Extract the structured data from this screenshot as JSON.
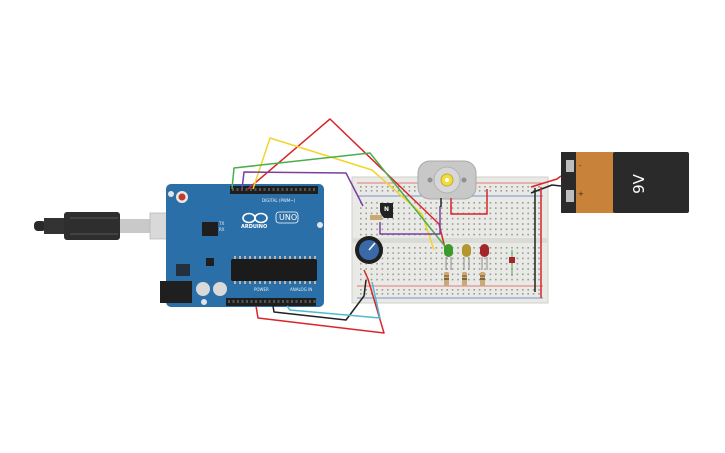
{
  "arduino": {
    "brand": "ARDUINO",
    "model": "UNO",
    "digital_header_label": "DIGITAL (PWM~)",
    "power_label": "POWER",
    "analog_label": "ANALOG IN",
    "tx_label": "TX",
    "rx_label": "RX"
  },
  "battery": {
    "label": "9V",
    "minus": "-",
    "plus": "+"
  },
  "transistor": {
    "label": "N"
  },
  "colors": {
    "board_blue": "#2b6fa8",
    "breadboard": "#e9e9e6",
    "wire_red": "#d7262a",
    "wire_yellow": "#f2d42a",
    "wire_green": "#4cad4c",
    "wire_purple": "#7b3f9d",
    "wire_black": "#222222",
    "wire_cyan": "#4fbad1",
    "battery_orange": "#c8823a",
    "battery_black": "#2a2a2a",
    "led_green": "#3c9a2c",
    "led_yellow": "#b4962c",
    "led_red": "#a3262a"
  },
  "components": {
    "usb_cable": "usb-cable",
    "power_jack": "dc-power-jack",
    "motor": "dc-motor",
    "potentiometer": "potentiometer",
    "leds": [
      "led-green",
      "led-yellow",
      "led-red"
    ]
  }
}
